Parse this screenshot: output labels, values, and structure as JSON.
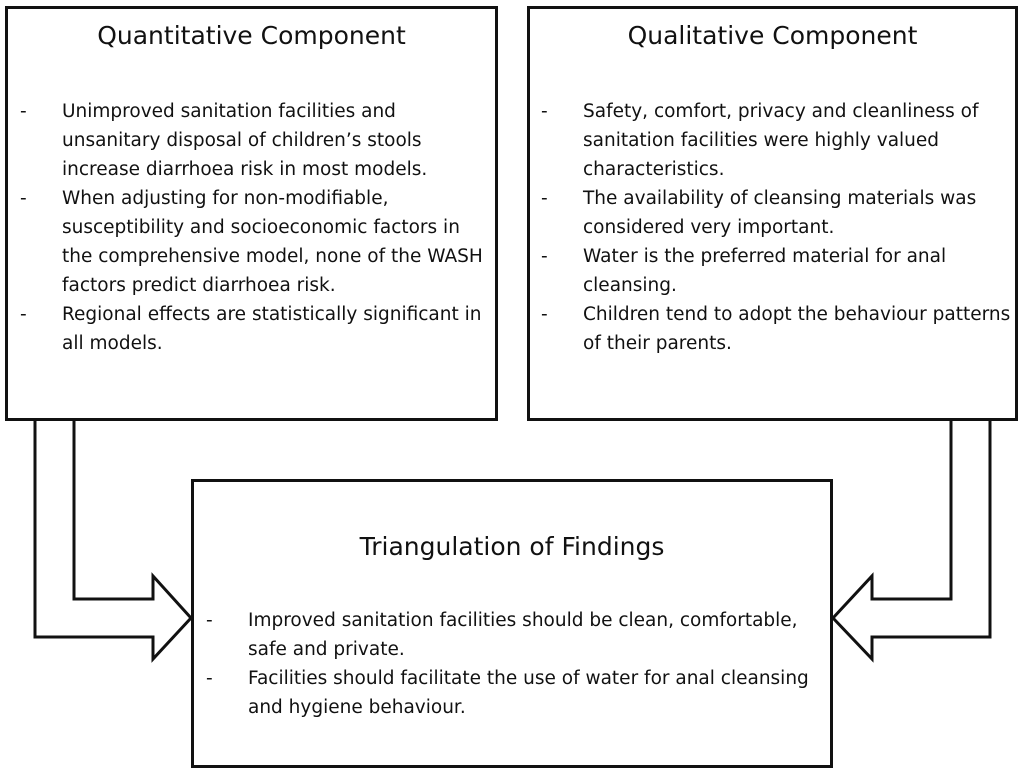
{
  "quantitative": {
    "title": "Quantitative Component",
    "bullets": [
      "Unimproved sanitation facilities and unsanitary disposal of children’s stools increase diarrhoea risk in most models.",
      "When adjusting for non-modifiable, susceptibility and socioeconomic factors in the comprehensive model, none of the WASH factors predict diarrhoea risk.",
      "Regional effects are statistically significant in all models."
    ]
  },
  "qualitative": {
    "title": "Qualitative Component",
    "bullets": [
      "Safety, comfort, privacy and cleanliness of sanitation facilities were highly valued characteristics.",
      "The availability of cleansing materials was considered very important.",
      "Water is the preferred material for anal cleansing.",
      "Children tend to adopt the behaviour patterns of their parents."
    ]
  },
  "triangulation": {
    "title": "Triangulation of Findings",
    "bullets": [
      "Improved sanitation facilities should be clean, comfortable, safe and private.",
      "Facilities should facilitate the use of water for anal cleansing and hygiene behaviour."
    ]
  }
}
